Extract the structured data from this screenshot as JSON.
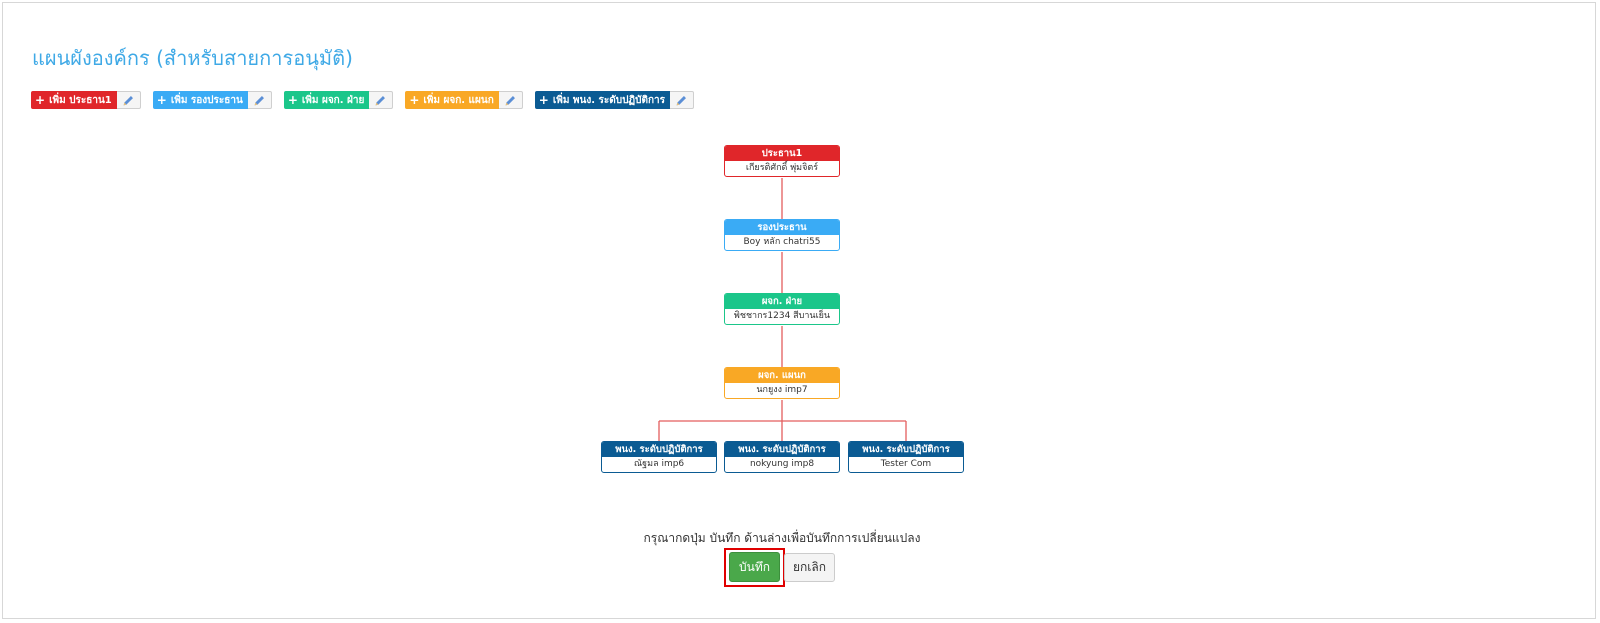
{
  "page": {
    "title": "แผนผังองค์กร (สำหรับสายการอนุมัติ)"
  },
  "toolbar": {
    "plus_glyph": "+",
    "buttons": [
      {
        "label": "เพิ่ม ประธาน1",
        "color": "#e0262a"
      },
      {
        "label": "เพิ่ม รองประธาน",
        "color": "#3aabf5"
      },
      {
        "label": "เพิ่ม ผจก. ฝ่าย",
        "color": "#1bc68a"
      },
      {
        "label": "เพิ่ม ผจก. แผนก",
        "color": "#f9a825"
      },
      {
        "label": "เพิ่ม พนง. ระดับปฏิบัติการ",
        "color": "#0b5b93"
      }
    ],
    "edit_icon": "pencil-icon"
  },
  "org_chart": {
    "line_color": "#e35d5d",
    "nodes": [
      {
        "title": "ประธาน1",
        "name": "เกียรติศักดิ์ พุ่มจิตร์",
        "color": "#e0262a"
      },
      {
        "title": "รองประธาน",
        "name": "Boy หลัก chatri55",
        "color": "#3aabf5"
      },
      {
        "title": "ผจก. ฝ่าย",
        "name": "พิชชากร1234 สีบานเย็น",
        "color": "#1bc68a"
      },
      {
        "title": "ผจก. แผนก",
        "name": "นกยูงง imp7",
        "color": "#f9a825"
      },
      {
        "title": "พนง. ระดับปฏิบัติการ",
        "name": "ณัฐมล imp6",
        "color": "#0b5b93"
      },
      {
        "title": "พนง. ระดับปฏิบัติการ",
        "name": "nokyung imp8",
        "color": "#0b5b93"
      },
      {
        "title": "พนง. ระดับปฏิบัติการ",
        "name": "Tester Com",
        "color": "#0b5b93"
      }
    ]
  },
  "footer": {
    "instruction": "กรุณากดปุ่ม บันทึก ด้านล่างเพื่อบันทึกการเปลี่ยนแปลง",
    "save_label": "บันทึก",
    "cancel_label": "ยกเลิก",
    "highlight_color": "#e00000"
  }
}
